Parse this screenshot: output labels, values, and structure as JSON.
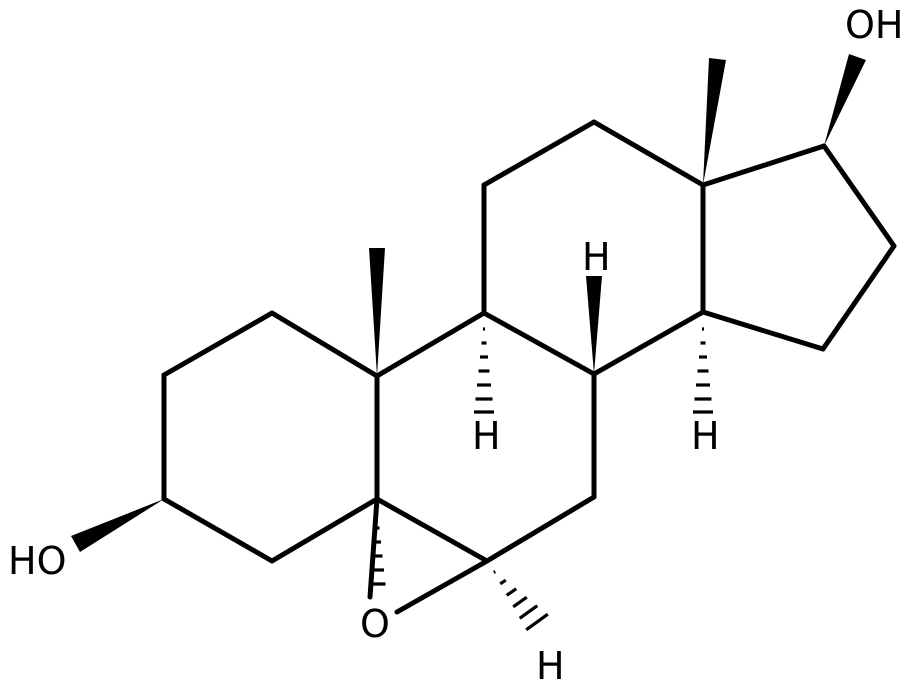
{
  "diagram": {
    "type": "skeletal-structure",
    "atom_labels": {
      "oh_top": "OH",
      "oh_left": "HO",
      "epoxide_o": "O",
      "h_c8": "H",
      "h_c9": "H",
      "h_c14": "H",
      "h_c6": "H"
    },
    "colors": {
      "bond": "#000000",
      "background": "#ffffff"
    }
  }
}
